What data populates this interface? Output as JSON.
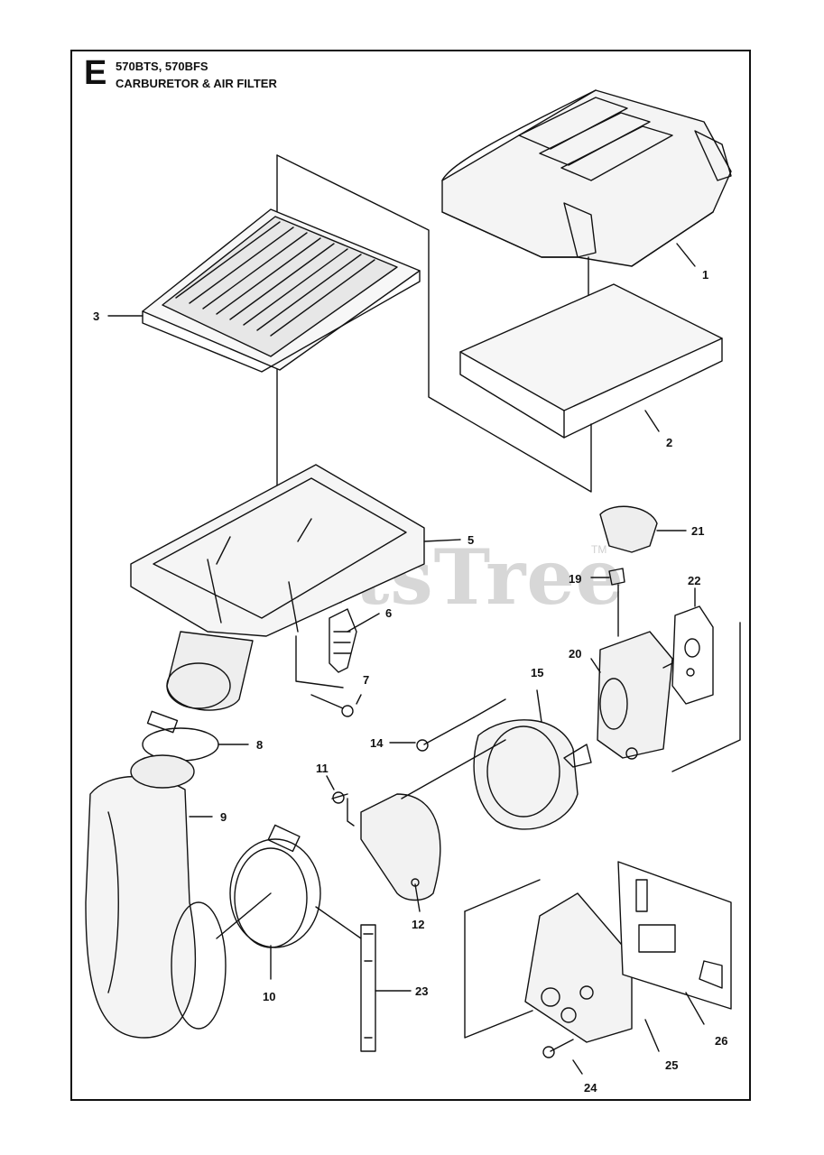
{
  "header": {
    "section_letter": "E",
    "models": "570BTS, 570BFS",
    "title": "CARBURETOR & AIR FILTER"
  },
  "watermark": {
    "text": "PartsTree",
    "tm": "TM"
  },
  "colors": {
    "line": "#111111",
    "watermark": "#d7d7d7",
    "background": "#ffffff"
  },
  "parts": [
    {
      "number": "1",
      "icon": "air-filter-cover"
    },
    {
      "number": "2",
      "icon": "foam-pre-filter"
    },
    {
      "number": "3",
      "icon": "air-filter-element"
    },
    {
      "number": "5",
      "icon": "air-filter-housing"
    },
    {
      "number": "6",
      "icon": "spring-clip"
    },
    {
      "number": "7",
      "icon": "screw"
    },
    {
      "number": "8",
      "icon": "hose-clamp"
    },
    {
      "number": "9",
      "icon": "intake-elbow"
    },
    {
      "number": "10",
      "icon": "hose-clamp-large"
    },
    {
      "number": "11",
      "icon": "screw"
    },
    {
      "number": "12",
      "icon": "bracket"
    },
    {
      "number": "14",
      "icon": "bolt"
    },
    {
      "number": "15",
      "icon": "adapter-housing"
    },
    {
      "number": "19",
      "icon": "knob"
    },
    {
      "number": "20",
      "icon": "carburetor"
    },
    {
      "number": "21",
      "icon": "choke-cap"
    },
    {
      "number": "22",
      "icon": "gasket"
    },
    {
      "number": "23",
      "icon": "adjustment-tool"
    },
    {
      "number": "24",
      "icon": "screw"
    },
    {
      "number": "25",
      "icon": "intake-manifold"
    },
    {
      "number": "26",
      "icon": "heat-shield-plate"
    }
  ]
}
